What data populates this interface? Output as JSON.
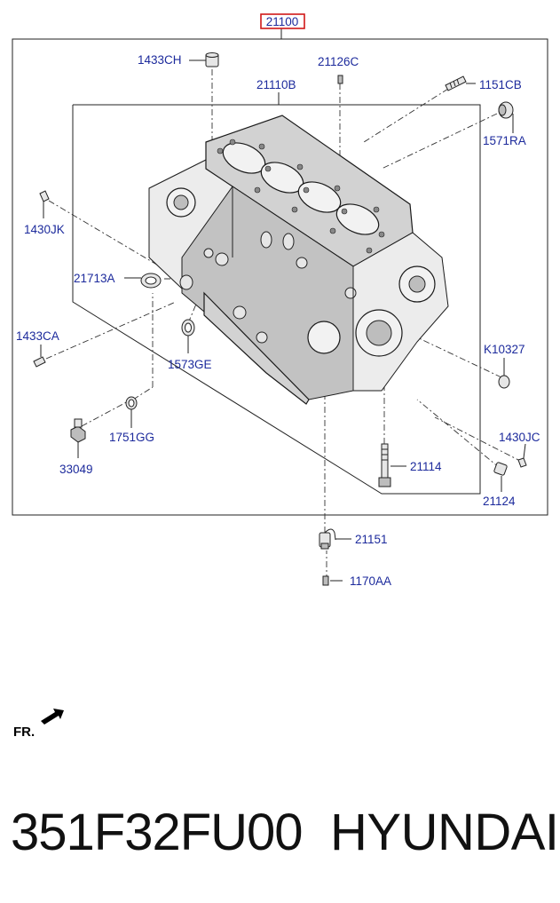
{
  "diagram": {
    "assembly_label": "21100",
    "labels": {
      "p1433CH": "1433CH",
      "p21126C": "21126C",
      "p21110B": "21110B",
      "p1151CB": "1151CB",
      "p1571RA": "1571RA",
      "p1430JK": "1430JK",
      "p21713A": "21713A",
      "p1433CA": "1433CA",
      "p1573GE": "1573GE",
      "pK10327": "K10327",
      "p1751GG": "1751GG",
      "p33049": "33049",
      "p1430JC": "1430JC",
      "p21114": "21114",
      "p21124": "21124",
      "p21151": "21151",
      "p1170AA": "1170AA"
    },
    "front_marker": "FR.",
    "colors": {
      "label": "#1c2a9c",
      "highlight_box": "#d01818"
    }
  },
  "caption": {
    "part_number": "351F32FU00",
    "brand": "HYUNDAI"
  }
}
